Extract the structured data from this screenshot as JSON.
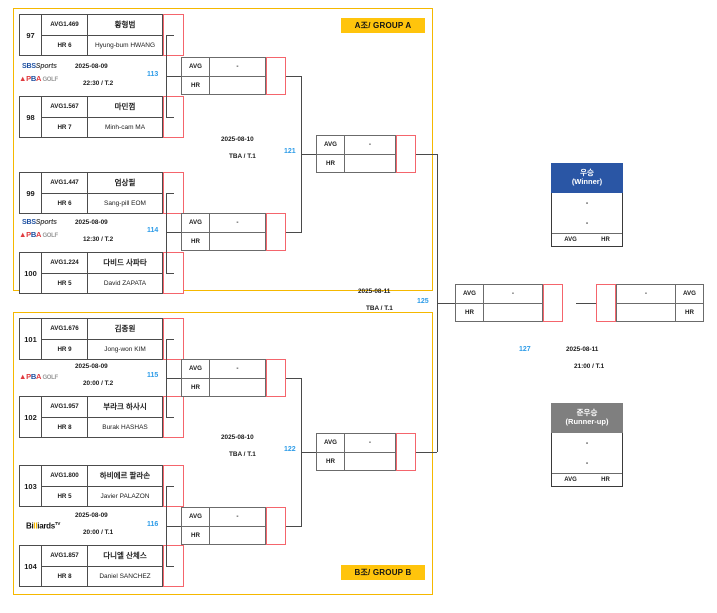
{
  "groups": [
    {
      "id": "A",
      "tag": "A조/ GROUP A",
      "matches": [
        {
          "number": "113",
          "date": "2025-08-09",
          "time": "22:30 / T.2",
          "broadcasters": [
            "sbs-sports",
            "pba-golf"
          ],
          "players": [
            {
              "seed": "97",
              "avg": "AVG1.469",
              "hr": "HR 6",
              "name_kr": "황형범",
              "name_en": "Hyung-bum HWANG",
              "score": ""
            },
            {
              "seed": "98",
              "avg": "AVG1.567",
              "hr": "HR 7",
              "name_kr": "마민껌",
              "name_en": "Minh-cam MA",
              "score": ""
            }
          ]
        },
        {
          "number": "114",
          "date": "2025-08-09",
          "time": "12:30 / T.2",
          "broadcasters": [
            "sbs-sports",
            "pba-golf"
          ],
          "players": [
            {
              "seed": "99",
              "avg": "AVG1.447",
              "hr": "HR 6",
              "name_kr": "엄상필",
              "name_en": "Sang-pill EOM",
              "score": ""
            },
            {
              "seed": "100",
              "avg": "AVG1.224",
              "hr": "HR 5",
              "name_kr": "다비드 사파타",
              "name_en": "David ZAPATA",
              "score": ""
            }
          ]
        }
      ],
      "semifinal": {
        "number": "121",
        "date": "2025-08-10",
        "time": "TBA / T.1"
      }
    },
    {
      "id": "B",
      "tag": "B조/ GROUP B",
      "matches": [
        {
          "number": "115",
          "date": "2025-08-09",
          "time": "20:00 / T.2",
          "broadcasters": [
            "pba-golf"
          ],
          "players": [
            {
              "seed": "101",
              "avg": "AVG1.676",
              "hr": "HR 9",
              "name_kr": "김종원",
              "name_en": "Jong-won KIM",
              "score": ""
            },
            {
              "seed": "102",
              "avg": "AVG1.957",
              "hr": "HR 8",
              "name_kr": "부라크 하사시",
              "name_en": "Burak HASHAS",
              "score": ""
            }
          ]
        },
        {
          "number": "116",
          "date": "2025-08-09",
          "time": "20:00 / T.1",
          "broadcasters": [
            "billiards-tv"
          ],
          "players": [
            {
              "seed": "103",
              "avg": "AVG1.800",
              "hr": "HR 5",
              "name_kr": "하비에르 팔라손",
              "name_en": "Javier PALAZON",
              "score": ""
            },
            {
              "seed": "104",
              "avg": "AVG1.857",
              "hr": "HR 8",
              "name_kr": "다니엘 산체스",
              "name_en": "Daniel SANCHEZ",
              "score": ""
            }
          ]
        }
      ],
      "semifinal": {
        "number": "122",
        "date": "2025-08-10",
        "time": "TBA / T.1"
      }
    }
  ],
  "quarter_labels": {
    "avg": "AVG",
    "hr": "HR",
    "empty": "-"
  },
  "semifinal_round": {
    "number": "125",
    "date": "2025-08-11",
    "time": "TBA / T.1"
  },
  "final": {
    "number": "127",
    "date": "2025-08-11",
    "time": "21:00 / T.1",
    "left": {
      "avg": "AVG",
      "hr": "HR",
      "value": "-"
    },
    "right": {
      "avg": "AVG",
      "hr": "HR",
      "value": "-"
    }
  },
  "podium": {
    "winner": {
      "title_kr": "우승",
      "title_en": "(Winner)",
      "slot1": "-",
      "slot2": "-",
      "avg": "AVG",
      "hr": "HR"
    },
    "runnerup": {
      "title_kr": "준우승",
      "title_en": "(Runner-up)",
      "slot1": "-",
      "slot2": "-",
      "avg": "AVG",
      "hr": "HR"
    }
  },
  "logos": {
    "sbs": "SBS",
    "sbs_sports": "Sports",
    "pba": "PBA",
    "pba_golf": "GOLF",
    "billiards": "Billiards",
    "billiards_tm": "TV"
  }
}
